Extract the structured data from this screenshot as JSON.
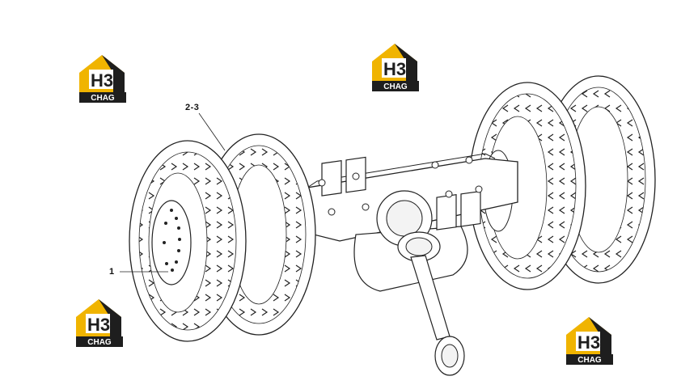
{
  "callouts": [
    {
      "id": "item-1",
      "text": "1"
    },
    {
      "id": "item-2-3",
      "text": "2-3"
    }
  ],
  "watermark": {
    "brand_text": "H3",
    "sub_text": "CHAG",
    "color_primary": "#f0b400",
    "color_dark": "#1e1e1e",
    "instances": 4
  },
  "colors": {
    "line": "#222222",
    "fill": "#ffffff",
    "shade": "#f3f3f3"
  }
}
